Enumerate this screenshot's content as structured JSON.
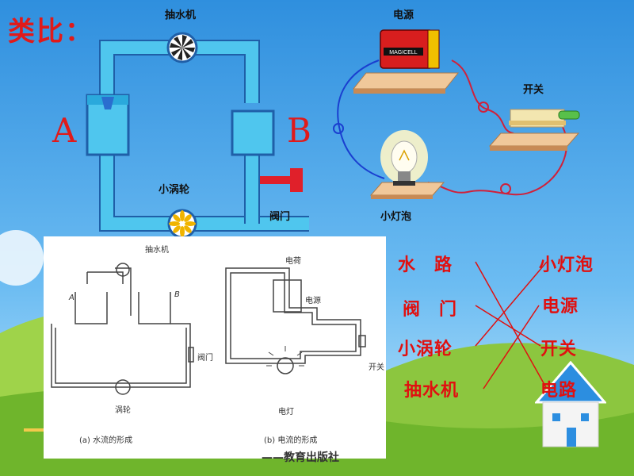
{
  "title": "类比：",
  "water_diagram": {
    "pump_label": "抽水机",
    "turbine_label": "小涡轮",
    "valve_label": "阀门",
    "label_a": "A",
    "label_b": "B"
  },
  "circuit_diagram": {
    "power_label": "电源",
    "switch_label": "开关",
    "bulb_label": "小灯泡",
    "battery_text": "MAGICELL"
  },
  "textbook_figure": {
    "pump": "抽水机",
    "a": "A",
    "b": "B",
    "valve": "阀门",
    "turbine": "涡轮",
    "caption_a": "(a) 水流的形成",
    "charge": "电荷",
    "power": "电源",
    "switch": "开关",
    "lamp": "电灯",
    "caption_b": "(b) 电流的形成"
  },
  "matching": {
    "left": [
      "水　路",
      "阀　门",
      "小涡轮",
      "抽水机"
    ],
    "right": [
      "小灯泡",
      "电源",
      "开关",
      "电路"
    ]
  },
  "footer": "——教育出版社"
}
